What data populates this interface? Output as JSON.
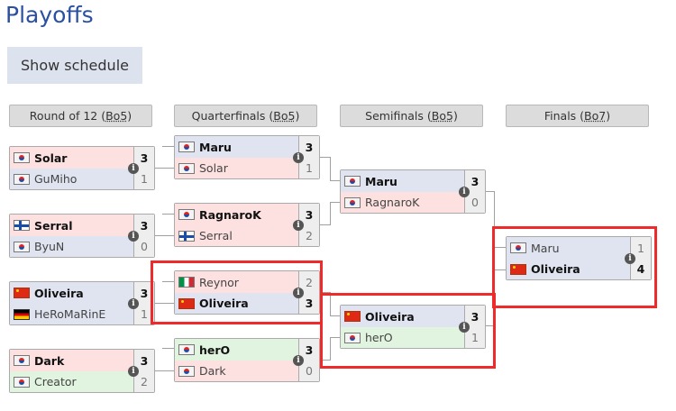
{
  "header": {
    "title": "Playoffs",
    "show_schedule_label": "Show schedule"
  },
  "rounds": [
    {
      "label": "Round of 12",
      "format": "Bo5"
    },
    {
      "label": "Quarterfinals",
      "format": "Bo5"
    },
    {
      "label": "Semifinals",
      "format": "Bo5"
    },
    {
      "label": "Finals",
      "format": "Bo7"
    }
  ],
  "matches": {
    "r12_1": {
      "p1": {
        "name": "Solar",
        "flag": "kr",
        "score": "3"
      },
      "p2": {
        "name": "GuMiho",
        "flag": "kr",
        "score": "1"
      }
    },
    "r12_2": {
      "p1": {
        "name": "Serral",
        "flag": "fi",
        "score": "3"
      },
      "p2": {
        "name": "ByuN",
        "flag": "kr",
        "score": "0"
      }
    },
    "r12_3": {
      "p1": {
        "name": "Oliveira",
        "flag": "cn",
        "score": "3"
      },
      "p2": {
        "name": "HeRoMaRinE",
        "flag": "de",
        "score": "1"
      }
    },
    "r12_4": {
      "p1": {
        "name": "Dark",
        "flag": "kr",
        "score": "3"
      },
      "p2": {
        "name": "Creator",
        "flag": "kr",
        "score": "2"
      }
    },
    "qf_1": {
      "p1": {
        "name": "Maru",
        "flag": "kr",
        "score": "3"
      },
      "p2": {
        "name": "Solar",
        "flag": "kr",
        "score": "1"
      }
    },
    "qf_2": {
      "p1": {
        "name": "RagnaroK",
        "flag": "kr",
        "score": "3"
      },
      "p2": {
        "name": "Serral",
        "flag": "fi",
        "score": "2"
      }
    },
    "qf_3": {
      "p1": {
        "name": "Reynor",
        "flag": "it",
        "score": "2"
      },
      "p2": {
        "name": "Oliveira",
        "flag": "cn",
        "score": "3"
      }
    },
    "qf_4": {
      "p1": {
        "name": "herO",
        "flag": "kr",
        "score": "3"
      },
      "p2": {
        "name": "Dark",
        "flag": "kr",
        "score": "0"
      }
    },
    "sf_1": {
      "p1": {
        "name": "Maru",
        "flag": "kr",
        "score": "3"
      },
      "p2": {
        "name": "RagnaroK",
        "flag": "kr",
        "score": "0"
      }
    },
    "sf_2": {
      "p1": {
        "name": "Oliveira",
        "flag": "cn",
        "score": "3"
      },
      "p2": {
        "name": "herO",
        "flag": "kr",
        "score": "1"
      }
    },
    "final": {
      "p1": {
        "name": "Maru",
        "flag": "kr",
        "score": "1"
      },
      "p2": {
        "name": "Oliveira",
        "flag": "cn",
        "score": "4"
      }
    }
  },
  "colors": {
    "title": "#2b50a0",
    "highlight_box": "#ee2a2a",
    "row_red": "#fde0e0",
    "row_blue": "#dfe4f0",
    "row_green": "#e0f4df"
  }
}
